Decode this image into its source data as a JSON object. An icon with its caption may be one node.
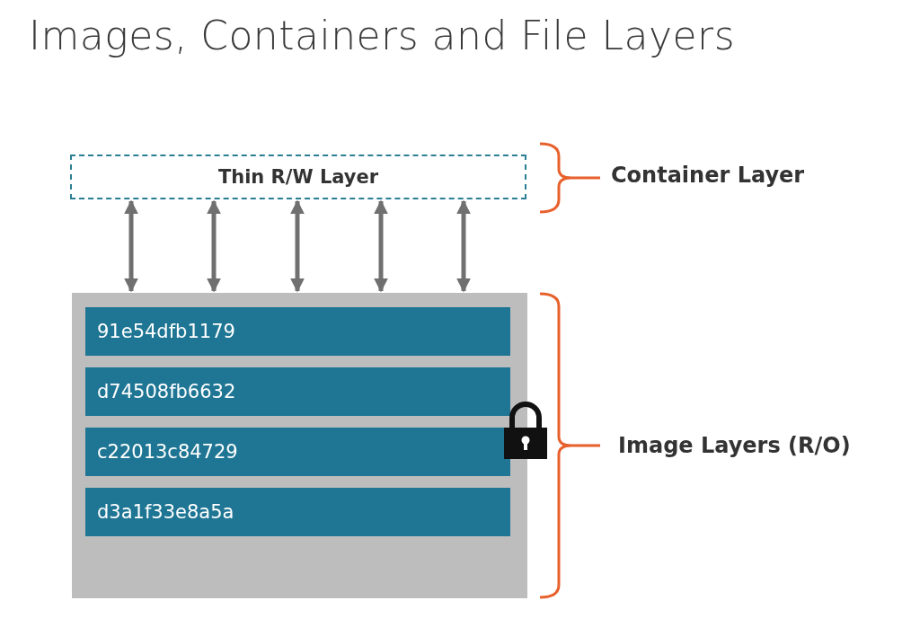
{
  "diagram": {
    "title": "Images, Containers and File Layers",
    "nodes": [
      {
        "text": [
          "Thin R/W Layer"
        ]
      },
      {
        "text": [],
        "shape": "box"
      },
      {
        "text": [
          "91e54dfb1179"
        ],
        "in": 1
      },
      {
        "text": [
          "d74508fb6632"
        ],
        "in": 1
      },
      {
        "text": [
          "c22013c84729"
        ],
        "in": 1
      },
      {
        "text": [
          "d3a1f33e8a5a"
        ],
        "in": 1
      }
    ],
    "edges": [
      {
        "from": 0,
        "to": 1,
        "arrow": "both"
      },
      {
        "from": 0,
        "to": 1,
        "arrow": "both"
      },
      {
        "from": 0,
        "to": 1,
        "arrow": "both"
      },
      {
        "from": 0,
        "to": 1,
        "arrow": "both"
      },
      {
        "from": 0,
        "to": 1,
        "arrow": "both"
      }
    ],
    "labels": [
      "Container Layer",
      "Image Layers (R/O)"
    ]
  }
}
